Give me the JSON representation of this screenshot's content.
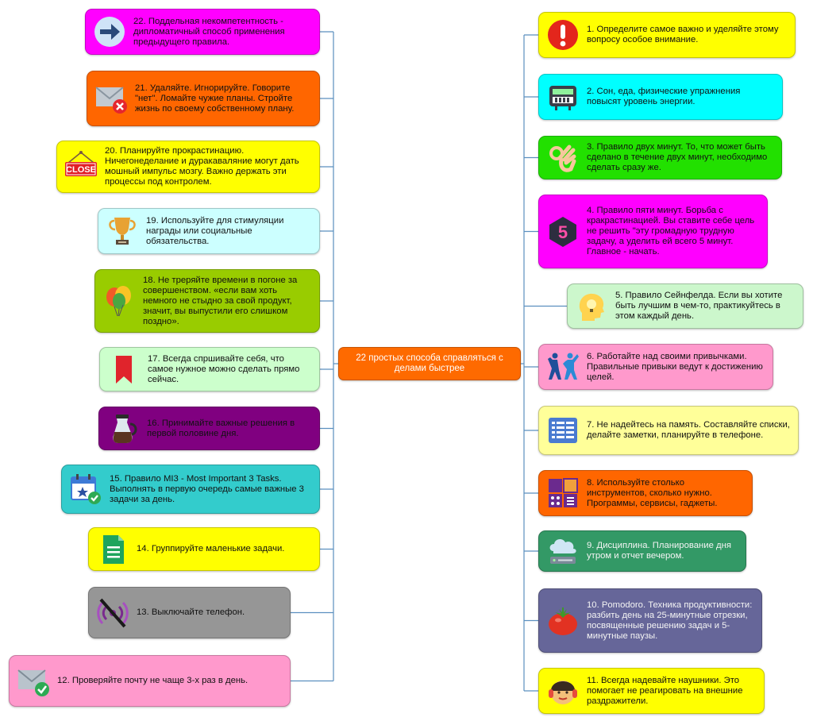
{
  "center": {
    "label": "22 простых способа справляться с делами быстрее",
    "color": "#fe6a00"
  },
  "connector_color": "#5b8fbf",
  "nodes": [
    {
      "n": 1,
      "text": "1. Определите самое важно и уделяйте этому вопросу особое внимание.",
      "color": "#ffff00",
      "icon": "exclamation-icon",
      "side": "right"
    },
    {
      "n": 2,
      "text": "2. Сон, еда, физические упражнения повысят уровень энергии.",
      "color": "#00ffff",
      "icon": "battery-charger-icon",
      "side": "right"
    },
    {
      "n": 3,
      "text": "3. Правило двух минут. То, что может быть сделано в течение двух минут, необходимо сделать сразу же.",
      "color": "#22e000",
      "icon": "ok-hand-icon",
      "side": "right"
    },
    {
      "n": 4,
      "text": "4. Правило пяти минут. Борьба с кракрастинацией. Вы ставите себе цель не решить \"эту громадную трудную задачу, а уделить ей всего 5 минут. Главное - начать.",
      "color": "#ff00ff",
      "icon": "five-badge-icon",
      "side": "right"
    },
    {
      "n": 5,
      "text": "5. Правило Сейнфелда. Если вы хотите быть лучшим в чем-то, практикуйтесь в этом каждый день.",
      "color": "#ccf7cc",
      "icon": "idea-head-icon",
      "side": "right"
    },
    {
      "n": 6,
      "text": "6. Работайте над своими привычками. Правильные привыки ведут к достижению целей.",
      "color": "#ff99cc",
      "icon": "dancers-icon",
      "side": "right"
    },
    {
      "n": 7,
      "text": "7. Не надейтесь на память. Составляйте списки, делайте заметки, планируйте в телефоне.",
      "color": "#ffff99",
      "icon": "list-icon",
      "side": "right"
    },
    {
      "n": 8,
      "text": "8. Используйте столько инструментов, сколько нужно. Программы, сервисы, гаджеты.",
      "color": "#ff6600",
      "icon": "apps-icon",
      "side": "right"
    },
    {
      "n": 9,
      "text": "9. Дисциплина. Планирование дня утром и отчет вечером.",
      "color": "#339966",
      "icon": "cloud-server-icon",
      "side": "right",
      "light": true
    },
    {
      "n": 10,
      "text": "10. Pomodoro. Техника продуктивности: разбить день на 25-минутные отрезки, посвященные решению задач и 5-минутные паузы.",
      "color": "#666699",
      "icon": "tomato-icon",
      "side": "right",
      "light": true
    },
    {
      "n": 11,
      "text": "11. Всегда надевайте наушники. Это помогает не реагировать на внешние раздражители.",
      "color": "#ffff00",
      "icon": "face-headphones-icon",
      "side": "right"
    },
    {
      "n": 12,
      "text": "12. Проверяйте почту не чаще 3-х раз в день.",
      "color": "#ff99cc",
      "icon": "mail-check-icon",
      "side": "left"
    },
    {
      "n": 13,
      "text": "13. Выключайте телефон.",
      "color": "#969696",
      "icon": "signal-off-icon",
      "side": "left"
    },
    {
      "n": 14,
      "text": "14. Группируйте маленькие задачи.",
      "color": "#ffff00",
      "icon": "spreadsheet-icon",
      "side": "left"
    },
    {
      "n": 15,
      "text": "15. Правило MI3 - Most Important 3 Tasks. Выполнять в первую очередь самые важные 3 задачи за день.",
      "color": "#33cccc",
      "icon": "calendar-check-icon",
      "side": "left"
    },
    {
      "n": 16,
      "text": "16. Принимайте важные решения в первой половине дня.",
      "color": "#800080",
      "icon": "coffee-pot-icon",
      "side": "left"
    },
    {
      "n": 17,
      "text": "17. Всегда спршивайте себя, что самое нужное можно сделать прямо сейчас.",
      "color": "#ccffcc",
      "icon": "bookmark-icon",
      "side": "left"
    },
    {
      "n": 18,
      "text": "18. Не треряйте времени в погоне за совершенством. «если вам хоть немного не стыдно за свой продукт, значит, вы выпустили его слишком поздно».",
      "color": "#99cc00",
      "icon": "balloons-icon",
      "side": "left"
    },
    {
      "n": 19,
      "text": "19. Используйте для стимуляции награды или социальные обязательства.",
      "color": "#ccffff",
      "icon": "trophy-icon",
      "side": "left"
    },
    {
      "n": 20,
      "text": "20. Планируйте прокрастинацию. Ничегонеделание и дуракаваляние могут дать мошный импульс мозгу. Важно держать эти процессы под контролем.",
      "color": "#ffff00",
      "icon": "close-sign-icon",
      "side": "left",
      "sign": "CLOSE"
    },
    {
      "n": 21,
      "text": "21. Удаляйте. Игнорируйте. Говорите \"нет\". Ломайте чужие планы. Стройте жизнь по своему собственному плану.",
      "color": "#ff6600",
      "icon": "mail-delete-icon",
      "side": "left"
    },
    {
      "n": 22,
      "text": "22. Поддельная некомпетентность - дипломатичный способ применения предыдущего правила.",
      "color": "#ff00ff",
      "icon": "arrow-right-icon",
      "side": "left"
    }
  ]
}
